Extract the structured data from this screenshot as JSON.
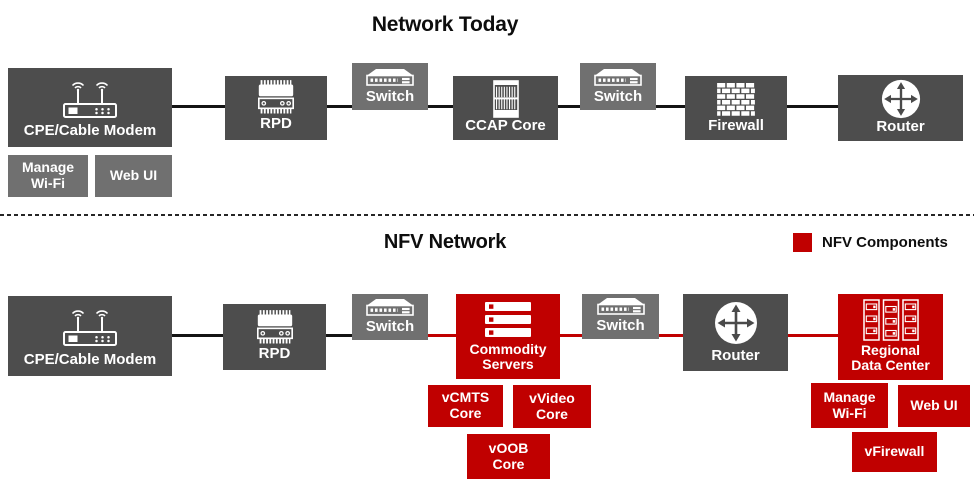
{
  "colors": {
    "node_dark_gray": "#4d4d4d",
    "node_mid_gray": "#707070",
    "nfv_red": "#c00000",
    "connector_black": "#141414",
    "connector_red": "#c00000",
    "label_white": "#ffffff",
    "title_black": "#0d0d0d"
  },
  "today": {
    "title": "Network Today",
    "nodes": {
      "cpe": {
        "label": "CPE/Cable Modem",
        "icon": "modem-icon"
      },
      "manage_wifi": {
        "label": "Manage\nWi-Fi"
      },
      "web_ui": {
        "label": "Web UI"
      },
      "rpd": {
        "label": "RPD",
        "icon": "rpd-icon"
      },
      "switch1": {
        "label": "Switch",
        "icon": "switch-icon"
      },
      "ccap": {
        "label": "CCAP Core",
        "icon": "chassis-icon"
      },
      "switch2": {
        "label": "Switch",
        "icon": "switch-icon"
      },
      "firewall": {
        "label": "Firewall",
        "icon": "firewall-icon"
      },
      "router": {
        "label": "Router",
        "icon": "router-icon"
      }
    }
  },
  "nfv": {
    "title": "NFV Network",
    "legend": {
      "label": "NFV Components"
    },
    "nodes": {
      "cpe": {
        "label": "CPE/Cable Modem",
        "icon": "modem-icon"
      },
      "rpd": {
        "label": "RPD",
        "icon": "rpd-icon"
      },
      "switch1": {
        "label": "Switch",
        "icon": "switch-icon"
      },
      "commodity": {
        "label": "Commodity\nServers",
        "icon": "servers-icon"
      },
      "switch2": {
        "label": "Switch",
        "icon": "switch-icon"
      },
      "router": {
        "label": "Router",
        "icon": "router-icon"
      },
      "rdc": {
        "label": "Regional\nData Center",
        "icon": "datacenter-icon"
      },
      "vcmts": {
        "label": "vCMTS\nCore"
      },
      "vvideo": {
        "label": "vVideo\nCore"
      },
      "voob": {
        "label": "vOOB\nCore"
      },
      "manage_wifi": {
        "label": "Manage\nWi-Fi"
      },
      "web_ui": {
        "label": "Web UI"
      },
      "vfirewall": {
        "label": "vFirewall"
      }
    }
  }
}
